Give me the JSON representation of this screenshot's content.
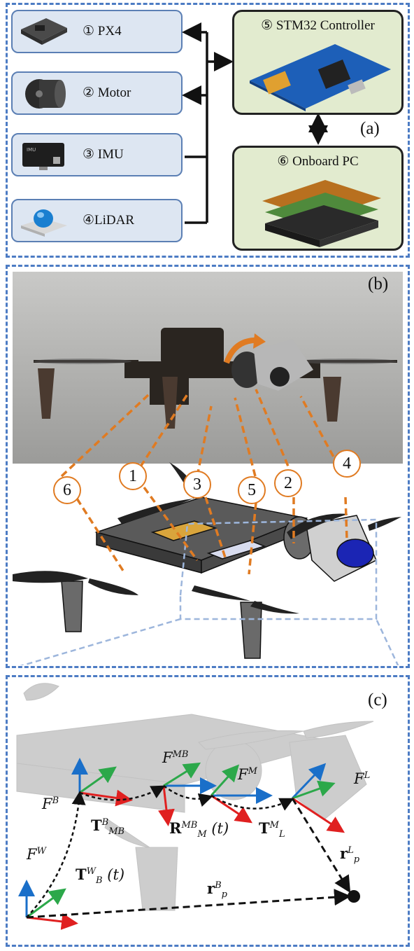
{
  "panel_a": {
    "components": [
      {
        "label": "① PX4",
        "icon": "px4-board-icon"
      },
      {
        "label": "② Motor",
        "icon": "motor-icon"
      },
      {
        "label": "③ IMU",
        "icon": "imu-icon"
      },
      {
        "label": "④LiDAR",
        "icon": "lidar-icon"
      }
    ],
    "stm32_label": "⑤ STM32 Controller",
    "onboard_label": "⑥ Onboard PC",
    "letter": "(a)",
    "imu_chip_text": "IMU"
  },
  "panel_b": {
    "letter": "(b)",
    "callouts": [
      "6",
      "1",
      "3",
      "5",
      "2",
      "4"
    ]
  },
  "panel_c": {
    "letter": "(c)",
    "frames": {
      "FB": "F",
      "FB_sup": "B",
      "FMB": "F",
      "FMB_sup": "MB",
      "FM": "F",
      "FM_sup": "M",
      "FL": "F",
      "FL_sup": "L",
      "FW": "F",
      "FW_sup": "W"
    },
    "transforms": {
      "T_MB": "T",
      "T_MB_sup": "B",
      "T_MB_sub": "MB",
      "R_M": "R",
      "R_M_sup": "MB",
      "R_M_sub": "M",
      "R_M_arg": "(t)",
      "T_L": "T",
      "T_L_sup": "M",
      "T_L_sub": "L",
      "T_B": "T",
      "T_B_sup": "W",
      "T_B_sub": "B",
      "T_B_arg": "(t)",
      "r_pB": "r",
      "r_pB_sup": "B",
      "r_pB_sub": "p",
      "r_pL": "r",
      "r_pL_sup": "L",
      "r_pL_sub": "p"
    }
  },
  "colors": {
    "frame_border": "#4d7cc4",
    "callout": "#e07b22",
    "box_fill": "#dde6f2",
    "big_box_fill": "#e2ebcf",
    "axis_red": "#e02020",
    "axis_green": "#2ca84a",
    "axis_blue": "#1a6fc9"
  }
}
